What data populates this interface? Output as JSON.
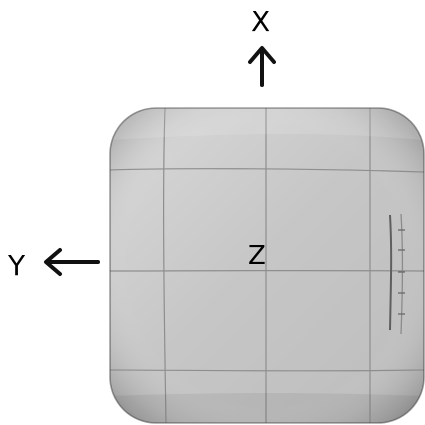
{
  "diagram": {
    "labels": {
      "x": "X",
      "y": "Y",
      "z": "Z"
    },
    "colors": {
      "ink": "#111111",
      "tile_light": "#d7d7d7",
      "tile_mid": "#c4c4c4",
      "tile_dark": "#9b9b9b",
      "grid_line": "#8e8e8e",
      "outline": "#2e2e2e"
    }
  }
}
